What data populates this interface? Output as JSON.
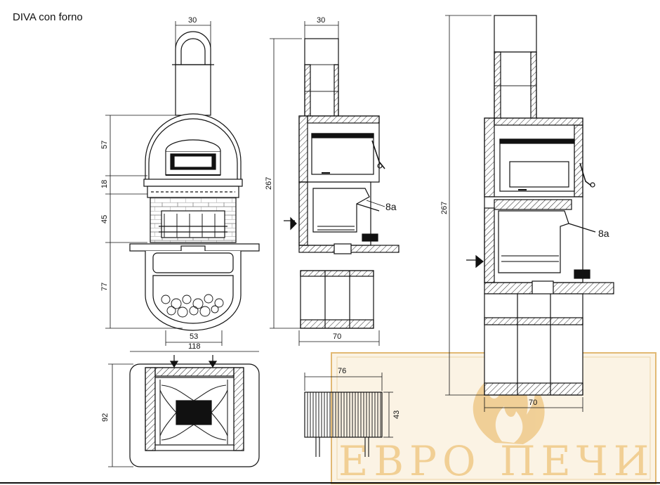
{
  "title": "DIVA con forno",
  "front_view": {
    "chimney_width": "30",
    "dim_oven": "57",
    "dim_band": "18",
    "dim_firebox": "45",
    "dim_base": "77",
    "dim_inner_width": "53",
    "dim_total_width": "118"
  },
  "side_view": {
    "chimney_width": "30",
    "height": "267",
    "label": "8a",
    "depth": "70"
  },
  "section_view": {
    "height": "267",
    "label": "8a",
    "depth": "70"
  },
  "plan_view": {
    "depth": "92"
  },
  "grate_detail": {
    "width": "76",
    "height": "43"
  },
  "watermark": {
    "text": "ЕВРО ПЕЧИ",
    "color": "#f1cf94",
    "icon": "flame-logo-icon"
  }
}
